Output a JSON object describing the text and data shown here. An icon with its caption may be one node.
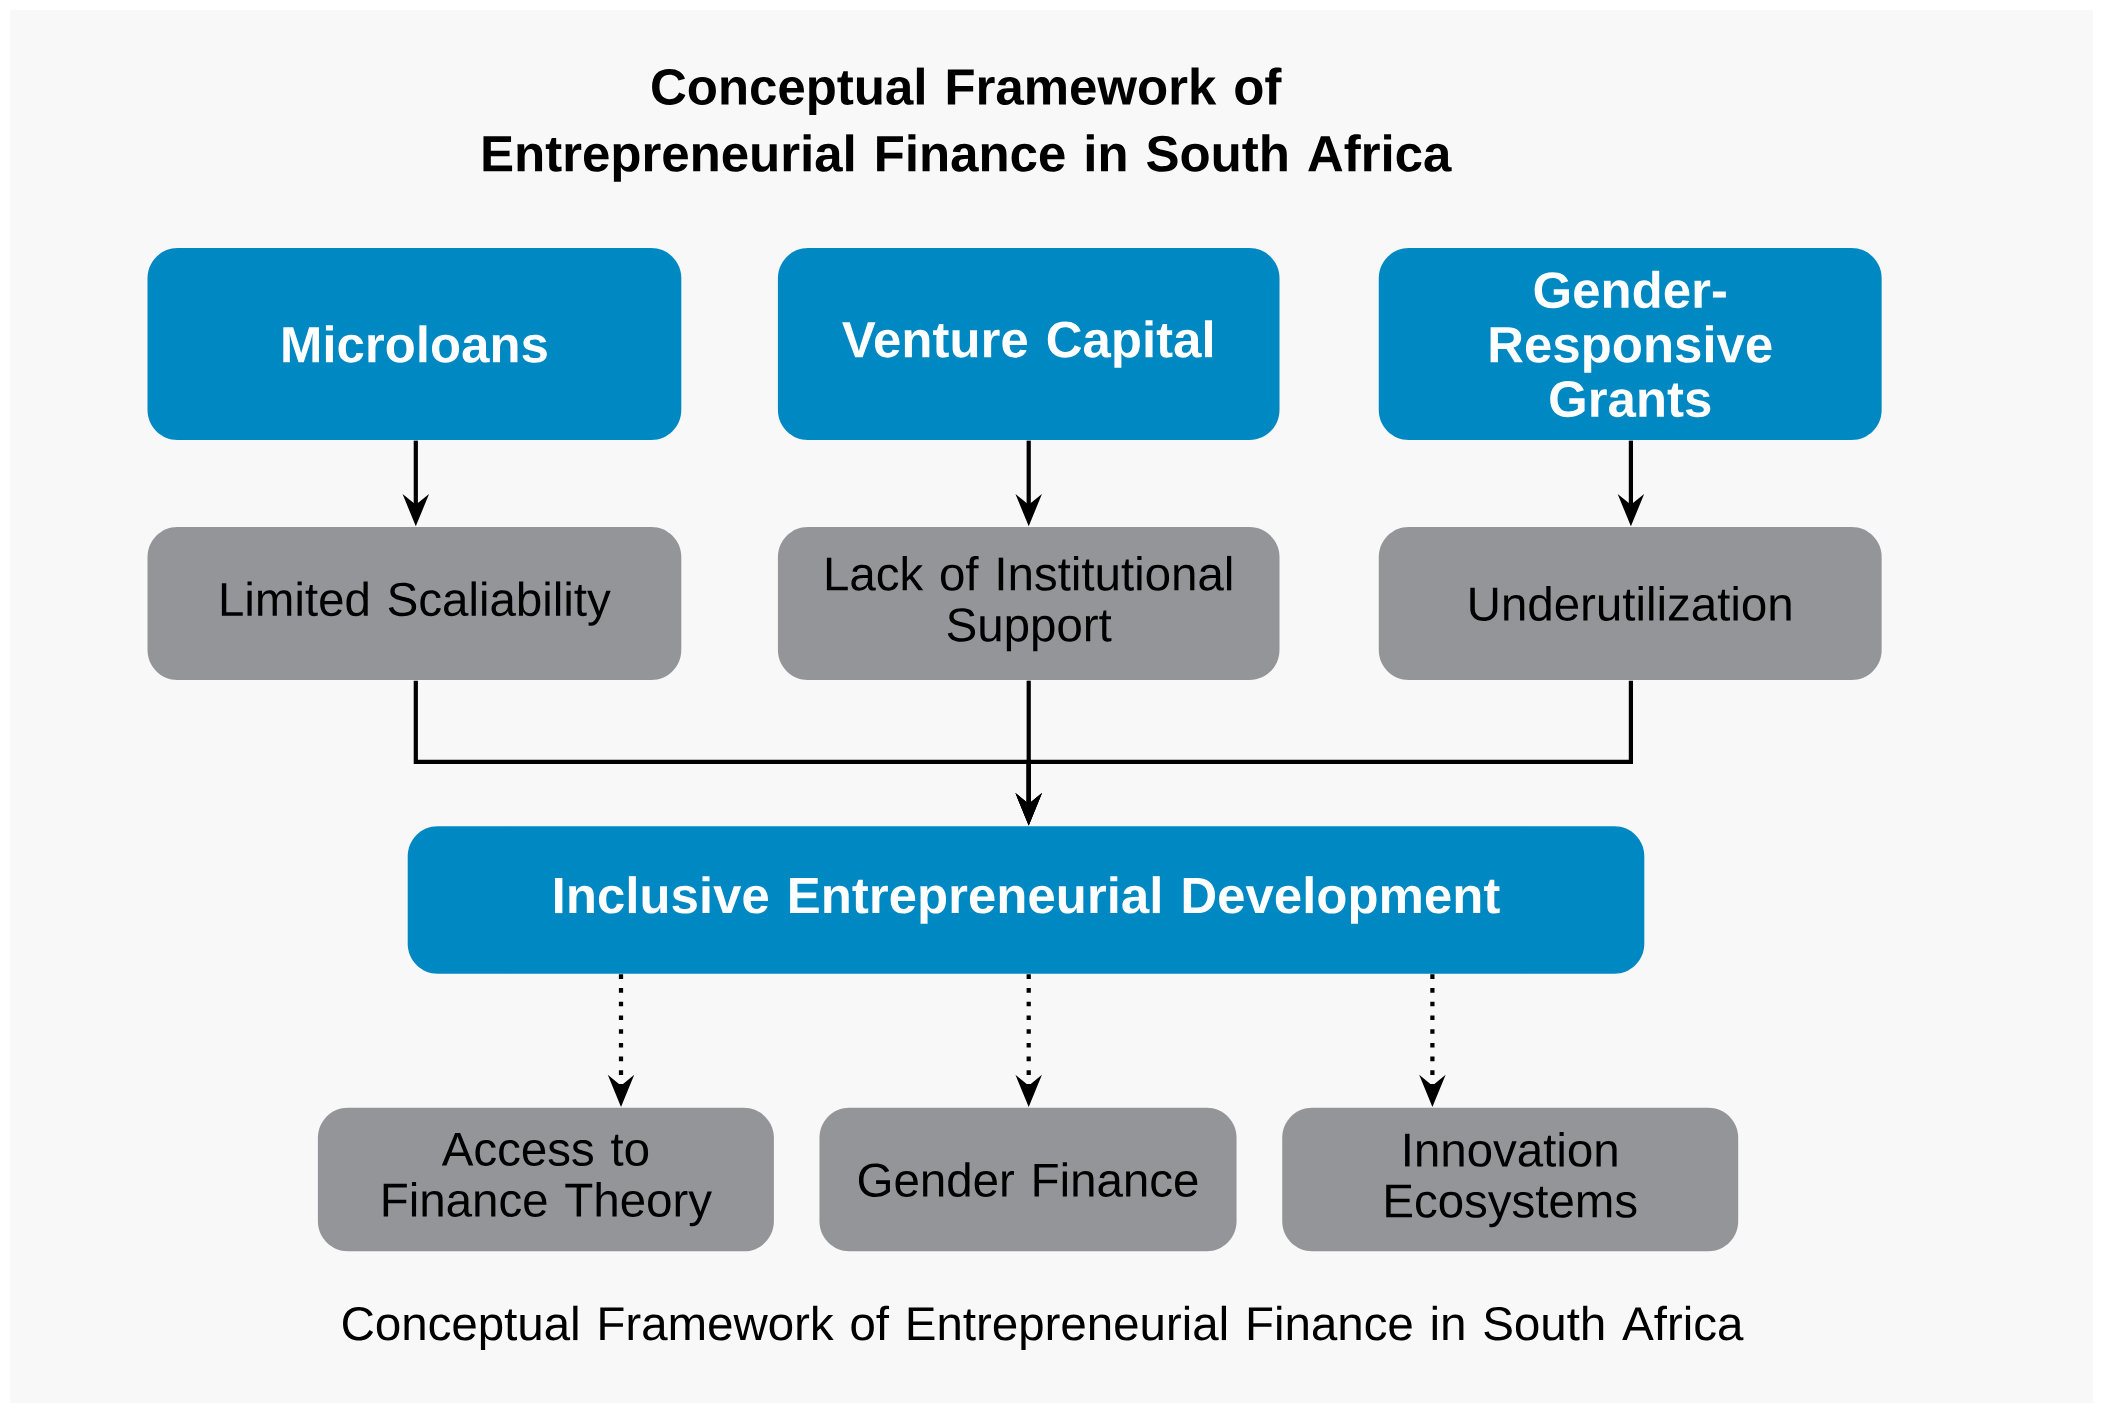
{
  "diagram": {
    "title": "Conceptual Framework of Entrepreneurial Finance in South Africa",
    "caption": "Conceptual Framework of Entrepreneurial Finance in South Africa",
    "nodes": [
      {
        "text": [
          "Microloans"
        ]
      },
      {
        "text": [
          "Venture Capital"
        ]
      },
      {
        "text": [
          "Gender-Responsive Grants"
        ]
      },
      {
        "text": [
          "Limited Scaliability"
        ]
      },
      {
        "text": [
          "Lack of Institutional Support"
        ]
      },
      {
        "text": [
          "Underutilization"
        ]
      },
      {
        "text": [
          "Inclusive Entrepreneurial Development"
        ]
      },
      {
        "text": [
          "Access to Finance Theory"
        ]
      },
      {
        "text": [
          "Gender Finance"
        ]
      },
      {
        "text": [
          "Innovation Ecosystems"
        ]
      }
    ],
    "edges": [
      {
        "from": 0,
        "to": 3,
        "arrow": "to"
      },
      {
        "from": 1,
        "to": 4,
        "arrow": "to"
      },
      {
        "from": 2,
        "to": 5,
        "arrow": "to"
      },
      {
        "from": 3,
        "to": 6,
        "arrow": "to"
      },
      {
        "from": 4,
        "to": 6,
        "arrow": "to"
      },
      {
        "from": 5,
        "to": 6,
        "arrow": "to"
      },
      {
        "from": 6,
        "to": 7,
        "arrow": "to",
        "style": "dashed"
      },
      {
        "from": 6,
        "to": 8,
        "arrow": "to",
        "style": "dashed"
      },
      {
        "from": 6,
        "to": 9,
        "arrow": "to",
        "style": "dashed"
      }
    ]
  }
}
